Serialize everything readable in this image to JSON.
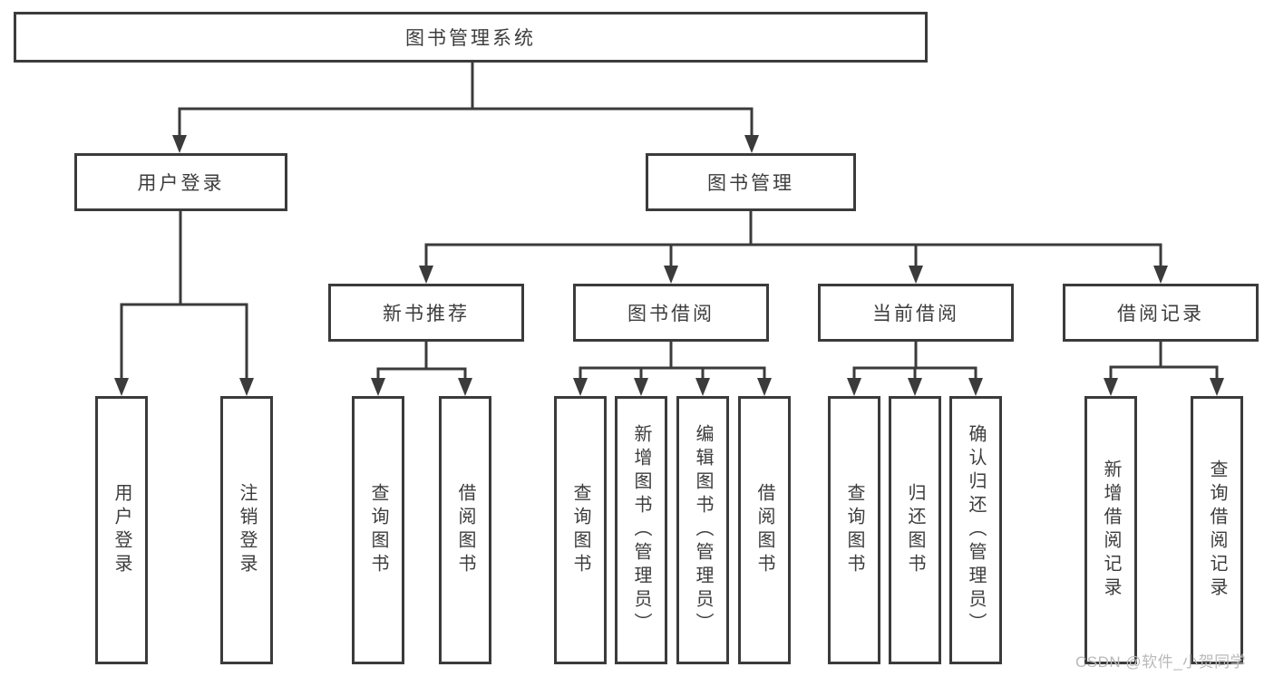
{
  "diagram": {
    "type": "hierarchy-tree",
    "colors": {
      "line": "#3b3b3b",
      "text": "#3d3d3d",
      "background": "#ffffff",
      "watermark": "#b9b9b9"
    },
    "tree": {
      "label": "图书管理系统",
      "children": [
        {
          "label": "用户登录",
          "children": [
            {
              "label": "用户登录"
            },
            {
              "label": "注销登录"
            }
          ]
        },
        {
          "label": "图书管理",
          "children": [
            {
              "label": "新书推荐",
              "children": [
                {
                  "label": "查询图书"
                },
                {
                  "label": "借阅图书"
                }
              ]
            },
            {
              "label": "图书借阅",
              "children": [
                {
                  "label": "查询图书"
                },
                {
                  "label": "新增图书（管理员）"
                },
                {
                  "label": "编辑图书（管理员）"
                },
                {
                  "label": "借阅图书"
                }
              ]
            },
            {
              "label": "当前借阅",
              "children": [
                {
                  "label": "查询图书"
                },
                {
                  "label": "归还图书"
                },
                {
                  "label": "确认归还（管理员）"
                }
              ]
            },
            {
              "label": "借阅记录",
              "children": [
                {
                  "label": "新增借阅记录"
                },
                {
                  "label": "查询借阅记录"
                }
              ]
            }
          ]
        }
      ]
    },
    "watermark": "CSDN @软件_小贺同学"
  }
}
